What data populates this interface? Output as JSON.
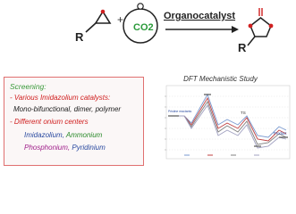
{
  "reaction": {
    "epoxide_r": "R",
    "plus": "+",
    "co2_label": "CO2",
    "catalyst_label": "Organocatalyst",
    "product_r": "R"
  },
  "screening": {
    "heading": "Screening:",
    "line1": "- Various Imidazolium catalysts:",
    "line2": "Mono-bifunctional, dimer, polymer",
    "line3": "- Different onium centers",
    "onium1": "Imidazolium",
    "onium1_sep": ",",
    "onium2": "Ammonium",
    "onium3": "Phosphonium",
    "onium3_sep": ",",
    "onium4": "Pyridinium"
  },
  "dft": {
    "title": "DFT Mechanistic Study",
    "start_label": "Pristine reactants",
    "product_label": "Product",
    "ts_label": "TS"
  },
  "colors": {
    "title_green": "#1a8a2e",
    "screening_green": "#3a9a3a",
    "red": "#d02020",
    "blue": "#2a4aa0",
    "magenta": "#a0208a",
    "onium_green": "#2a8a2a",
    "box_border": "#e07070",
    "series_blue": "#7a9ad0",
    "series_red": "#c04040",
    "series_gray": "#808080"
  }
}
